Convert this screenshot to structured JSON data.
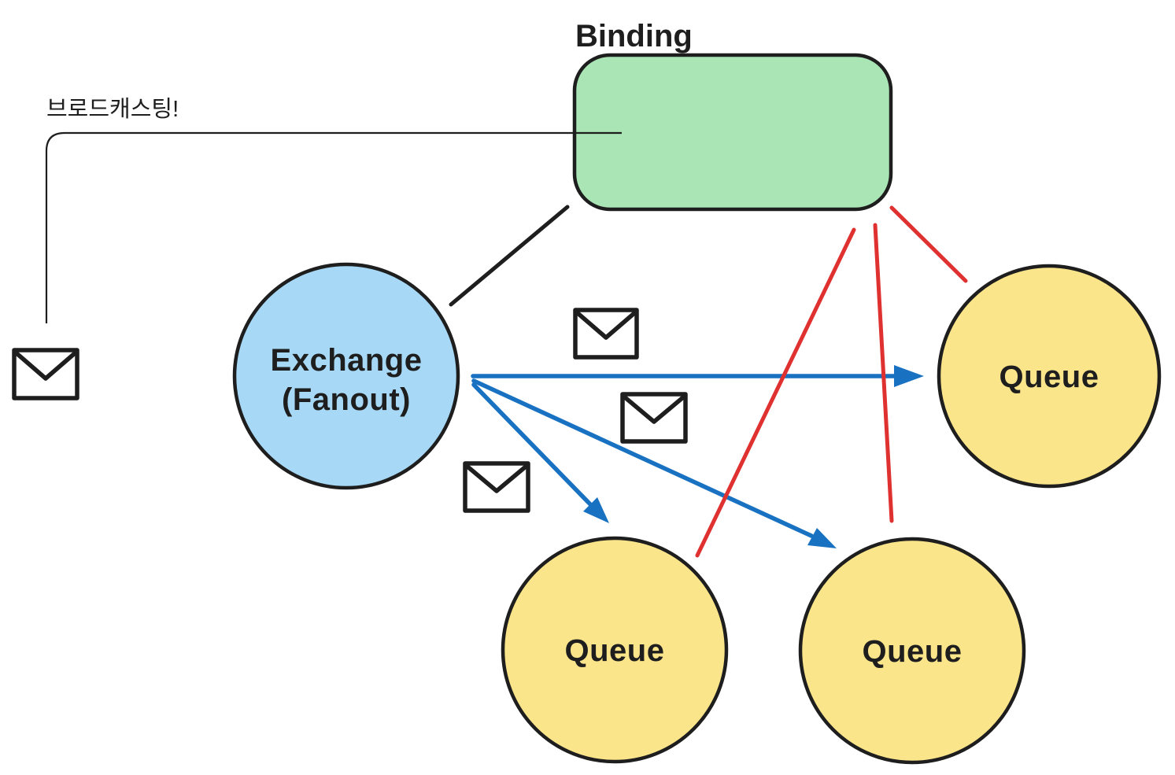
{
  "labels": {
    "binding": "Binding",
    "note": "브로드캐스팅!",
    "exchange_line1": "Exchange",
    "exchange_line2": "(Fanout)"
  },
  "queues": [
    {
      "label": "Queue"
    },
    {
      "label": "Queue"
    },
    {
      "label": "Queue"
    }
  ],
  "icons": {
    "envelope": "envelope-icon"
  },
  "colors": {
    "background": "#ffffff",
    "stroke_dark": "#1e1e1e",
    "text": "#1e1e1e",
    "binding_fill": "#a9e5b5",
    "exchange_fill": "#a7d9f7",
    "queue_fill": "#fbe58b",
    "binding_line_red": "#e03131",
    "message_arrow_blue": "#1971c2",
    "envelope_stroke": "#1e1e1e",
    "note_line": "#1e1e1e"
  }
}
